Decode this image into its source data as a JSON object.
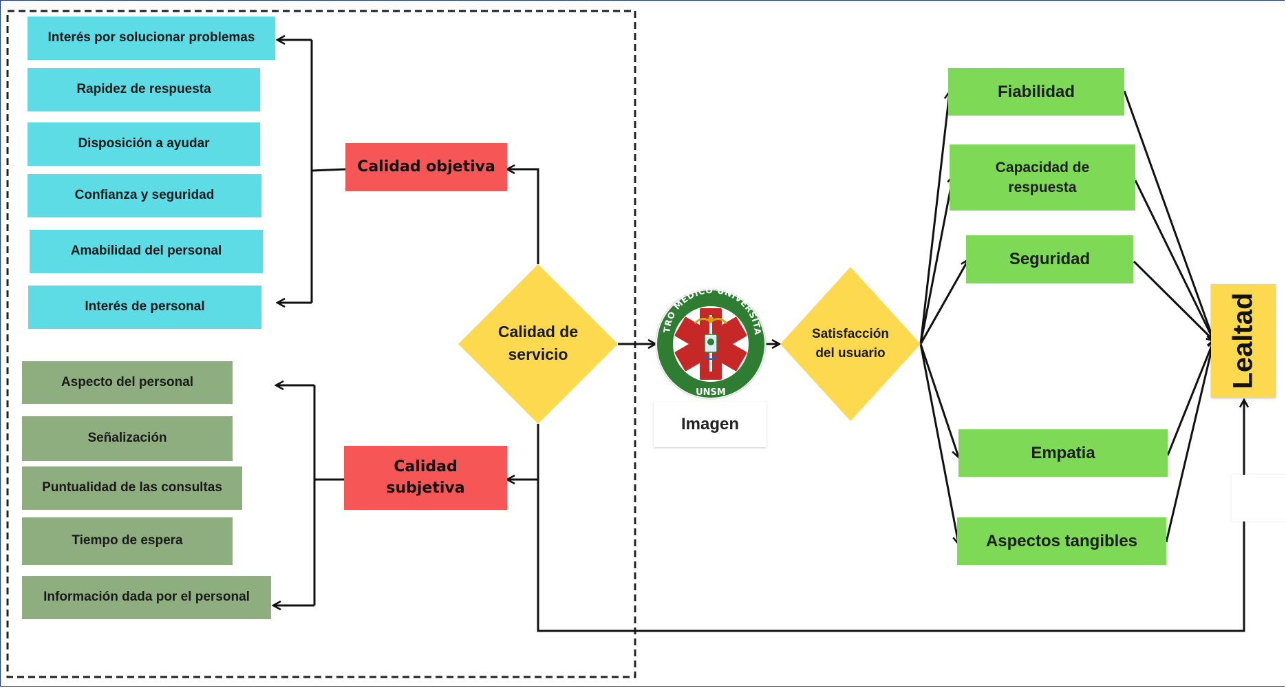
{
  "service_quality_items": [
    "Interés por solucionar problemas",
    "Rapidez de respuesta",
    "Disposición a ayudar",
    "Confianza y seguridad",
    "Amabilidad del personal",
    "Interés de personal"
  ],
  "subjective_items": [
    "Aspecto del personal",
    "Señalización",
    "Puntualidad de las consultas",
    "Tiempo de espera",
    "Información dada por el personal"
  ],
  "calidad_objetiva": "Calidad objetiva",
  "calidad_subjetiva": "Calidad subjetiva",
  "calidad_servicio": "Calidad de servicio",
  "logo": {
    "ring_text": "CENTRO MÉDICO UNIVERSITARIO",
    "badge_text": "UNSM"
  },
  "imagen_label": "Imagen",
  "satisfaccion": "Satisfacción del usuario",
  "dimensions": [
    "Fiabilidad",
    "Capacidad de respuesta",
    "Seguridad",
    "Empatia",
    "Aspectos tangibles"
  ],
  "lealtad": "Lealtad",
  "colors": {
    "cyan": "#5ddce6",
    "olive": "#8fae7f",
    "red": "#f75656",
    "green": "#7ed957",
    "yellow": "#fcd94f",
    "logo_green": "#2e7d32",
    "logo_red": "#c62828"
  }
}
